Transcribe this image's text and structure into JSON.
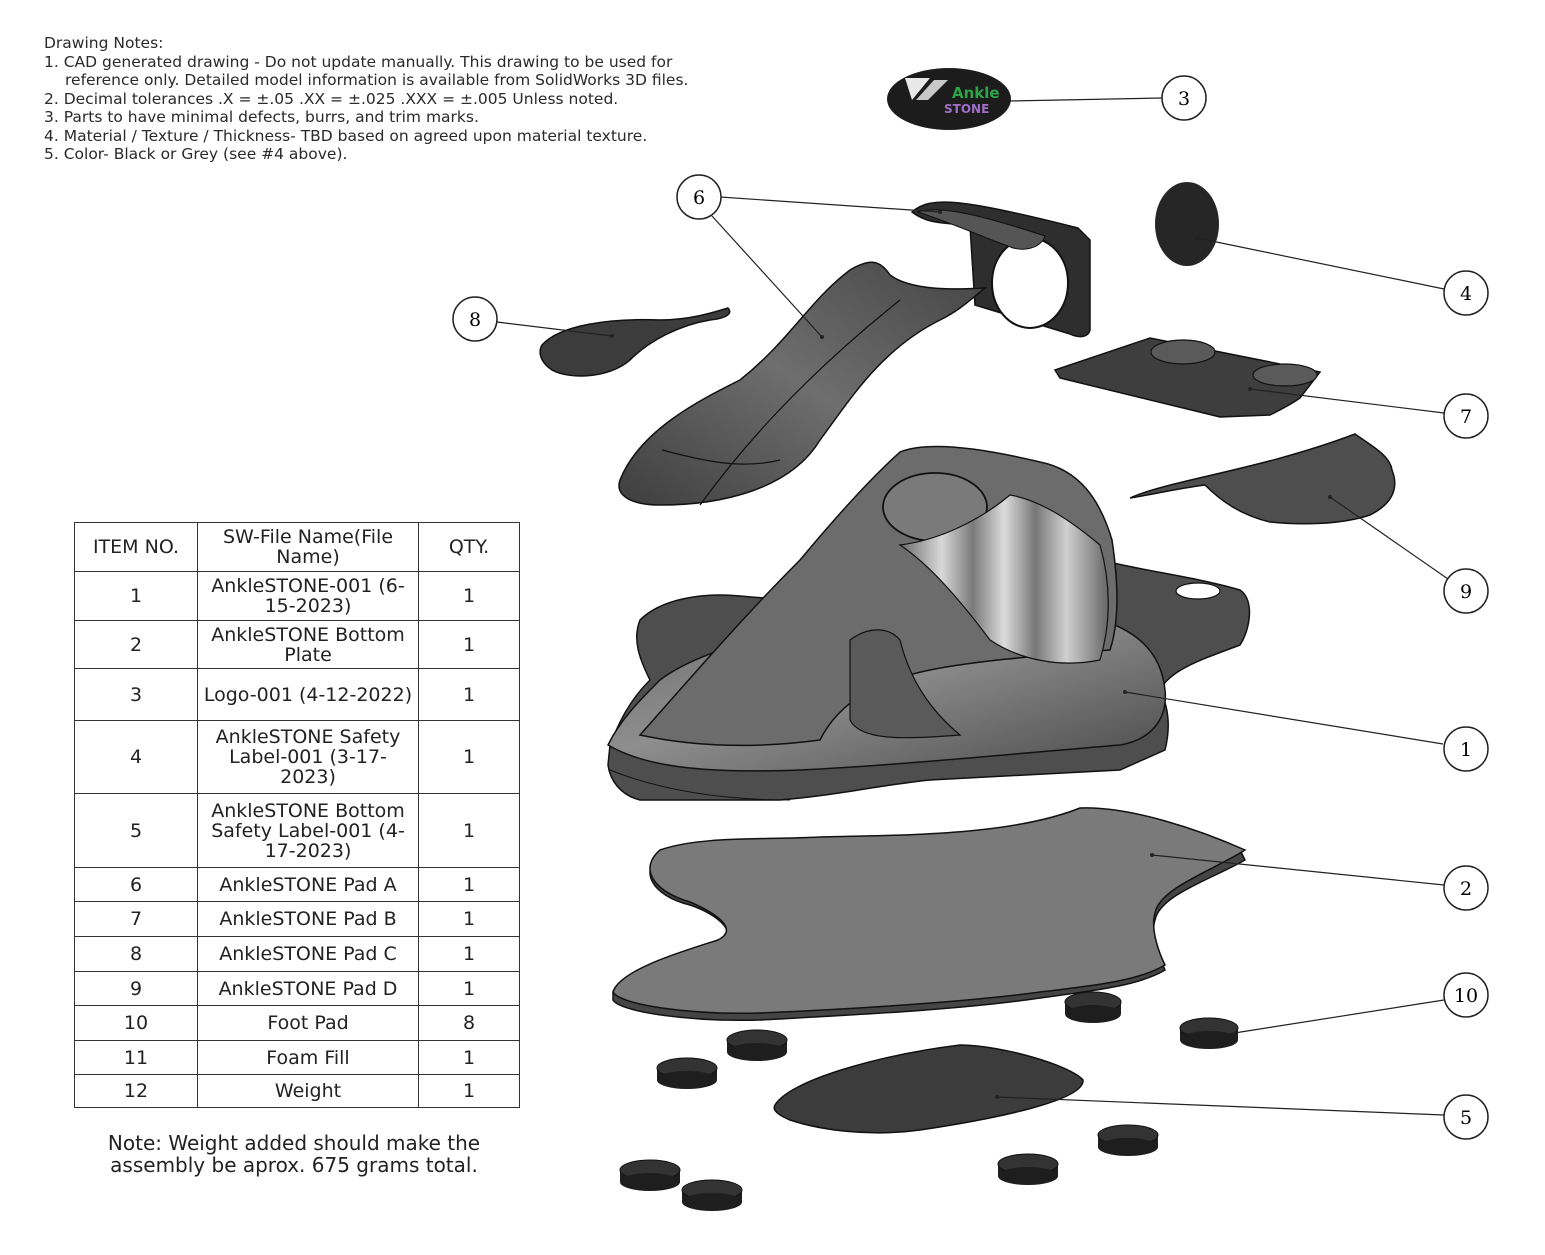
{
  "drawing_notes": {
    "title": "Drawing Notes:",
    "lines": [
      "1. CAD generated drawing - Do not update manually.  This drawing to be used for",
      "reference only.  Detailed model information is available from SolidWorks 3D files.",
      "2. Decimal tolerances      .X = ±.05      .XX = ±.025      .XXX = ±.005    Unless noted.",
      "3. Parts to have minimal defects, burrs, and trim marks.",
      "4. Material / Texture / Thickness- TBD based on agreed upon material texture.",
      "5. Color- Black or Grey (see #4 above)."
    ]
  },
  "bom": {
    "headers": [
      "ITEM NO.",
      "SW-File Name(File Name)",
      "QTY."
    ],
    "rows": [
      {
        "item": "1",
        "name": "AnkleSTONE-001 (6-15-2023)",
        "qty": "1"
      },
      {
        "item": "2",
        "name": "AnkleSTONE Bottom Plate",
        "qty": "1"
      },
      {
        "item": "3",
        "name": "Logo-001 (4-12-2022)",
        "qty": "1"
      },
      {
        "item": "4",
        "name": "AnkleSTONE Safety Label-001 (3-17-2023)",
        "qty": "1"
      },
      {
        "item": "5",
        "name": "AnkleSTONE Bottom Safety Label-001 (4-17-2023)",
        "qty": "1"
      },
      {
        "item": "6",
        "name": "AnkleSTONE Pad A",
        "qty": "1"
      },
      {
        "item": "7",
        "name": "AnkleSTONE Pad B",
        "qty": "1"
      },
      {
        "item": "8",
        "name": "AnkleSTONE Pad C",
        "qty": "1"
      },
      {
        "item": "9",
        "name": "AnkleSTONE Pad D",
        "qty": "1"
      },
      {
        "item": "10",
        "name": "Foot Pad",
        "qty": "8"
      },
      {
        "item": "11",
        "name": "Foam Fill",
        "qty": "1"
      },
      {
        "item": "12",
        "name": "Weight",
        "qty": "1"
      }
    ]
  },
  "weight_note": {
    "line1": "Note: Weight added should make the",
    "line2": "assembly be aprox. 675 grams total."
  },
  "logo": {
    "word1": "Ankle",
    "word2": "STONE"
  },
  "balloons": [
    "3",
    "6",
    "4",
    "8",
    "7",
    "9",
    "1",
    "2",
    "10",
    "5"
  ],
  "colors": {
    "part_dark": "#3a3a3a",
    "part_mid": "#5c5c5c",
    "part_light": "#8a8a8a",
    "logo_green": "#2ea34a",
    "logo_purple": "#a070c8",
    "line": "#222222"
  }
}
